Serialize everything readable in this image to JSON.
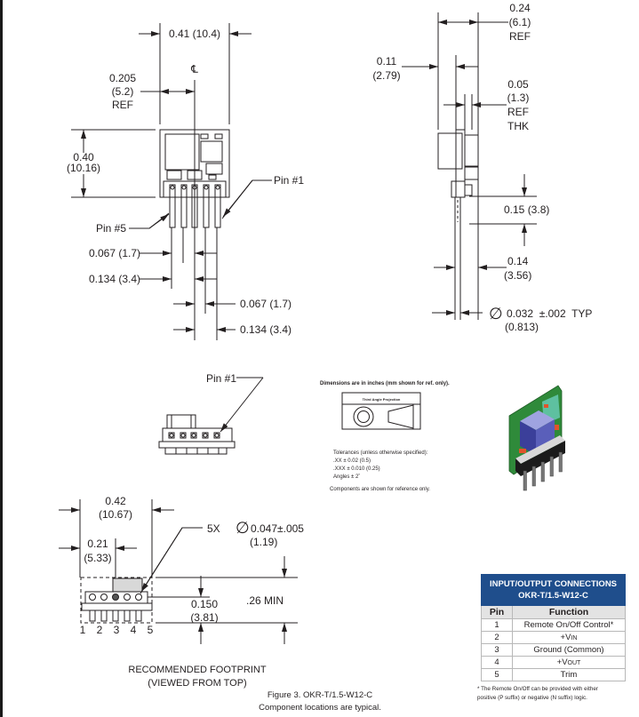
{
  "front_view": {
    "width_dim": "0.41 (10.4)",
    "centerline_symbol": "℄",
    "center_dim": [
      "0.205",
      "(5.2)",
      "REF"
    ],
    "height_dim": [
      "0.40",
      "(10.16)"
    ],
    "pin1_label": "Pin #1",
    "pin5_label": "Pin #5",
    "pitch_left_1": "0.067 (1.7)",
    "pitch_left_2": "0.134 (3.4)",
    "pitch_right_1": "0.067 (1.7)",
    "pitch_right_2": "0.134 (3.4)"
  },
  "side_view": {
    "depth_dim": [
      "0.24",
      "(6.1)",
      "REF"
    ],
    "offset_dim": [
      "0.11",
      "(2.79)"
    ],
    "thickness_dim": [
      "0.05",
      "(1.3)",
      "REF",
      "THK"
    ],
    "standoff_dim": "0.15 (3.8)",
    "pin_length_dim": [
      "0.14",
      "(3.56)"
    ],
    "pin_diameter_symbol": "∅",
    "pin_diameter_dim": "0.032  ±.002  TYP",
    "pin_diameter_mm": "(0.813)"
  },
  "bottom_view": {
    "pin1_label": "Pin #1"
  },
  "notes": {
    "units": "Dimensions are in inches (mm shown for ref. only).",
    "projection_title": "Third Angle Projection",
    "tolerance_title": "Tolerances (unless otherwise specified):",
    "tolerance_lines": [
      ".XX ± 0.02 (0.5)",
      ".XXX ± 0.010 (0.25)",
      "Angles ± 2˚"
    ],
    "reference": "Components are shown for reference only."
  },
  "footprint": {
    "width_dim": [
      "0.42",
      "(10.67)"
    ],
    "half_width_dim": [
      "0.21",
      "(5.33)"
    ],
    "hole_count": "5X",
    "hole_symbol": "∅",
    "hole_dim": "0.047±.005",
    "hole_mm": "(1.19)",
    "row_dim": [
      "0.150",
      "(3.81)"
    ],
    "min_dim": ".26 MIN",
    "pin_numbers": [
      "1",
      "2",
      "3",
      "4",
      "5"
    ],
    "title": [
      "RECOMMENDED FOOTPRINT",
      "(VIEWED FROM TOP)"
    ]
  },
  "figure_caption": [
    "Figure 3. OKR-T/1.5-W12-C",
    "Component locations are typical."
  ],
  "io_table": {
    "title": [
      "INPUT/OUTPUT CONNECTIONS",
      "OKR-T/1.5-W12-C"
    ],
    "headers": [
      "Pin",
      "Function"
    ],
    "rows": [
      {
        "pin": "1",
        "function": "Remote On/Off Control*"
      },
      {
        "pin": "2",
        "function": "+V",
        "sub": "IN"
      },
      {
        "pin": "3",
        "function": "Ground (Common)"
      },
      {
        "pin": "4",
        "function": "+V",
        "sub": "OUT"
      },
      {
        "pin": "5",
        "function": "Trim"
      }
    ],
    "footnote": [
      "* The Remote On/Off can be provided with either",
      "positive (P suffix) or negative (N suffix) logic."
    ],
    "header_color": "#1f4e8c"
  },
  "render_3d": {
    "pcb_color": "#2f8a3a",
    "inductor_color": "#4a4fa8",
    "header_color": "#1b1b1b",
    "pin_color": "#777777",
    "component_color": "#e0542b"
  }
}
